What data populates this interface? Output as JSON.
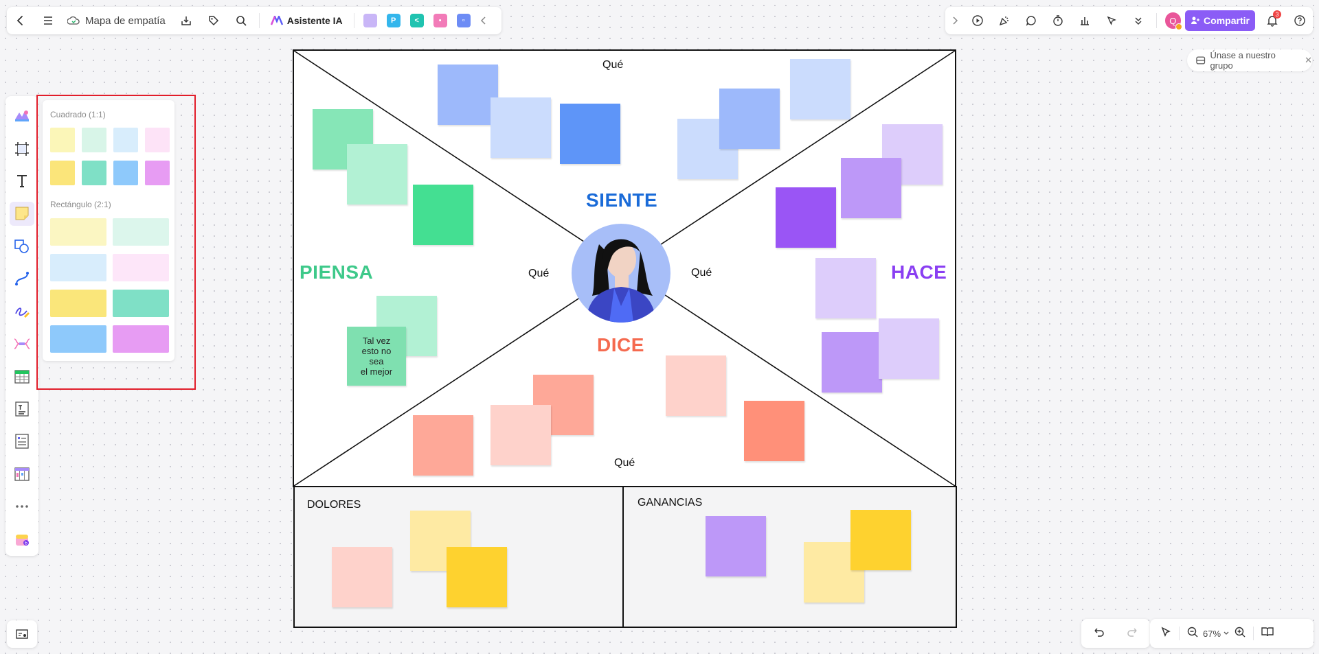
{
  "topbar": {
    "title": "Mapa de empatía",
    "ai_label": "Asistente IA",
    "share_label": "Compartir",
    "avatar_initial": "Q",
    "notification_count": "3"
  },
  "group_chip": {
    "label": "Únase a nuestro grupo"
  },
  "sticky_panel": {
    "square_label": "Cuadrado (1:1)",
    "rect_label": "Rectángulo (2:1)",
    "square_colors": [
      "#fbf6b8",
      "#d8f5e8",
      "#d8edfc",
      "#fde3f7",
      "#fbe57a",
      "#7fe0c6",
      "#8ec9fb",
      "#e79cf3"
    ],
    "rect_colors": [
      "#fbf6c2",
      "#dcf6ec",
      "#d8edfc",
      "#fde6f9",
      "#fae67a",
      "#7fe0c6",
      "#8ec9fb",
      "#e79cf3"
    ]
  },
  "map": {
    "top_que": "Qué",
    "left_que": "Qué",
    "right_que": "Qué",
    "bottom_que": "Qué",
    "siente": "SIENTE",
    "piensa": "PIENSA",
    "hace": "HACE",
    "dice": "DICE",
    "note_text": "Tal vez\nesto no\nsea\nel mejor",
    "dolores": "DOLORES",
    "ganancias": "GANANCIAS"
  },
  "colors": {
    "siente": "#1a6bd8",
    "piensa": "#3ec98a",
    "hace": "#8a3ff2",
    "dice": "#f56a4f",
    "accent": "#8b5cf6",
    "highlight": "#e11d2a"
  },
  "zoom": {
    "level": "67%"
  }
}
